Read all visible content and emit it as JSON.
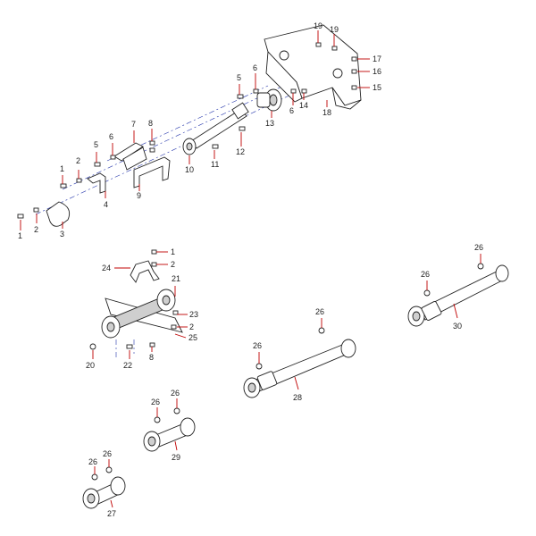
{
  "diagram": {
    "callouts": {
      "c1a": "1",
      "c2a": "2",
      "c3": "3",
      "c4": "4",
      "c5a": "5",
      "c6a": "6",
      "c7": "7",
      "c8a": "8",
      "c9": "9",
      "c10": "10",
      "c11": "11",
      "c12": "12",
      "c13": "13",
      "c14": "14",
      "c15": "15",
      "c16": "16",
      "c17": "17",
      "c18": "18",
      "c19a": "19",
      "c19b": "19",
      "c1b": "1",
      "c2b": "2",
      "c5b": "5",
      "c6b": "6",
      "c1c": "1",
      "c2c": "2",
      "c24": "24",
      "c21": "21",
      "c23": "23",
      "c2d": "2",
      "c25": "25",
      "c20": "20",
      "c22": "22",
      "c8b": "8",
      "c26a": "26",
      "c26b": "26",
      "c30": "30",
      "c26c": "26",
      "c26d": "26",
      "c28": "28",
      "c26e": "26",
      "c26f": "26",
      "c29": "29",
      "c26g": "26",
      "c26h": "26",
      "c27": "27"
    }
  }
}
